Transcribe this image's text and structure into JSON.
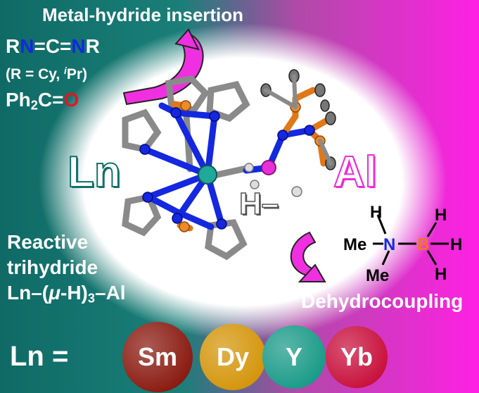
{
  "top_label": "Metal-hydride insertion",
  "substrates": {
    "carbodiimide_r1": "R",
    "carbodiimide_n1": "N",
    "carbodiimide_eq1": "=C=",
    "carbodiimide_n2": "N",
    "carbodiimide_r2": "R",
    "r_def_prefix": "(R = Cy, ",
    "r_def_i": "i",
    "r_def_suffix": "Pr)",
    "ketone_ph": "Ph",
    "ketone_sub": "2",
    "ketone_c": "C=",
    "ketone_o": "O"
  },
  "metal_ln": "Ln",
  "metal_al": "Al",
  "hydride": "H–",
  "left_block": {
    "line1": "Reactive",
    "line2": "trihydride",
    "line3_a": "Ln–(",
    "line3_mu": "μ",
    "line3_b": "-H)",
    "line3_sub": "3",
    "line3_c": "–Al"
  },
  "amine_borane": {
    "h_n": "H",
    "me1": "Me",
    "n": "N",
    "b": "B",
    "h_b_top": "H",
    "h_b_right": "H",
    "h_b_bottom": "H",
    "me2": "Me"
  },
  "dehydro_label": "Dehydrocoupling",
  "ln_prefix": "Ln =",
  "lanthanides": [
    {
      "symbol": "Sm",
      "color": "#8a1a10"
    },
    {
      "symbol": "Dy",
      "color": "#d4950a"
    },
    {
      "symbol": "Y",
      "color": "#1a9a88"
    },
    {
      "symbol": "Yb",
      "color": "#c8103c"
    }
  ],
  "colors": {
    "teal": "#12706a",
    "magenta": "#ee2ad8",
    "nitrogen": "#1428e0",
    "boron": "#f07818",
    "ln_atom": "#20a89a",
    "arrow": "#f030e0"
  }
}
